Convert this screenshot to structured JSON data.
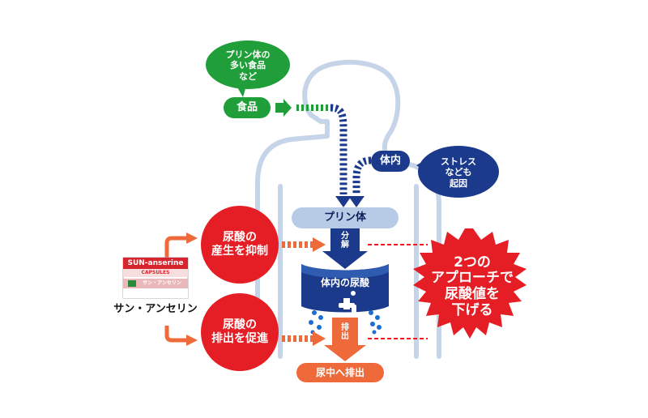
{
  "diagram": {
    "food_bubble": {
      "text": "プリン体の\n多い食品\nなど"
    },
    "food_label": {
      "text": "食品"
    },
    "body_bubble": {
      "text": "ストレス\nなども\n起因"
    },
    "body_label": {
      "text": "体内"
    },
    "purine_label": {
      "text": "プリン体"
    },
    "decompose_label": {
      "text": "分\n解"
    },
    "uric_acid_in_body": {
      "text": "体内の尿酸"
    },
    "excretion_label": {
      "text": "排\n出"
    },
    "urine_excretion": {
      "text": "尿中へ排出"
    },
    "suppress_production": {
      "text": "尿酸の\n産生を抑制"
    },
    "promote_excretion": {
      "text": "尿酸の\n排出を促進"
    },
    "product": {
      "name": "サン・アンセリン",
      "box_brand": "SUN-anserine",
      "box_sub": "CAPSULES",
      "box_jp": "サン・アンセリン"
    },
    "burst": {
      "text": "2つの\nアプローチで\n尿酸値を\n下げる"
    },
    "colors": {
      "green": "#1f9e3a",
      "navy": "#1b3a8c",
      "red": "#e41e24",
      "orange": "#ef6a3a",
      "silhouette": "#c6d4e9",
      "light_blue": "#b8cbe6"
    }
  }
}
